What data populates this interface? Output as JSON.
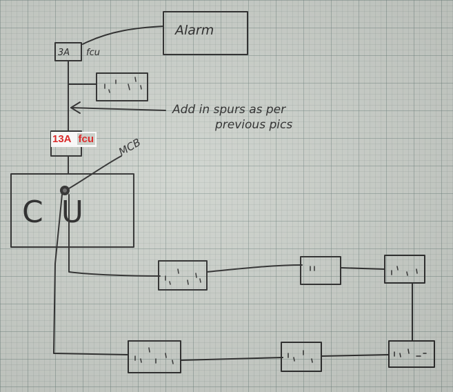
{
  "labels": {
    "alarm": "Alarm",
    "fuse_small": "3A",
    "fcu_small": "fcu",
    "note_line1": "Add in spurs as per",
    "note_line2": "previous pics",
    "fuse_13a": "13A",
    "fcu_13a": "fcu",
    "mcb": "MCB",
    "cu": "C U"
  },
  "colors": {
    "ink": "#2a2a2a",
    "grid": "#6e827d",
    "paper": "#cdd2cc",
    "highlight_text": "#e01b1b"
  },
  "sockets": [
    {
      "id": "spur-socket"
    },
    {
      "id": "ring-socket-1"
    },
    {
      "id": "ring-socket-2"
    },
    {
      "id": "ring-socket-3"
    },
    {
      "id": "ring-socket-4"
    },
    {
      "id": "ring-socket-5"
    },
    {
      "id": "ring-socket-6"
    }
  ]
}
